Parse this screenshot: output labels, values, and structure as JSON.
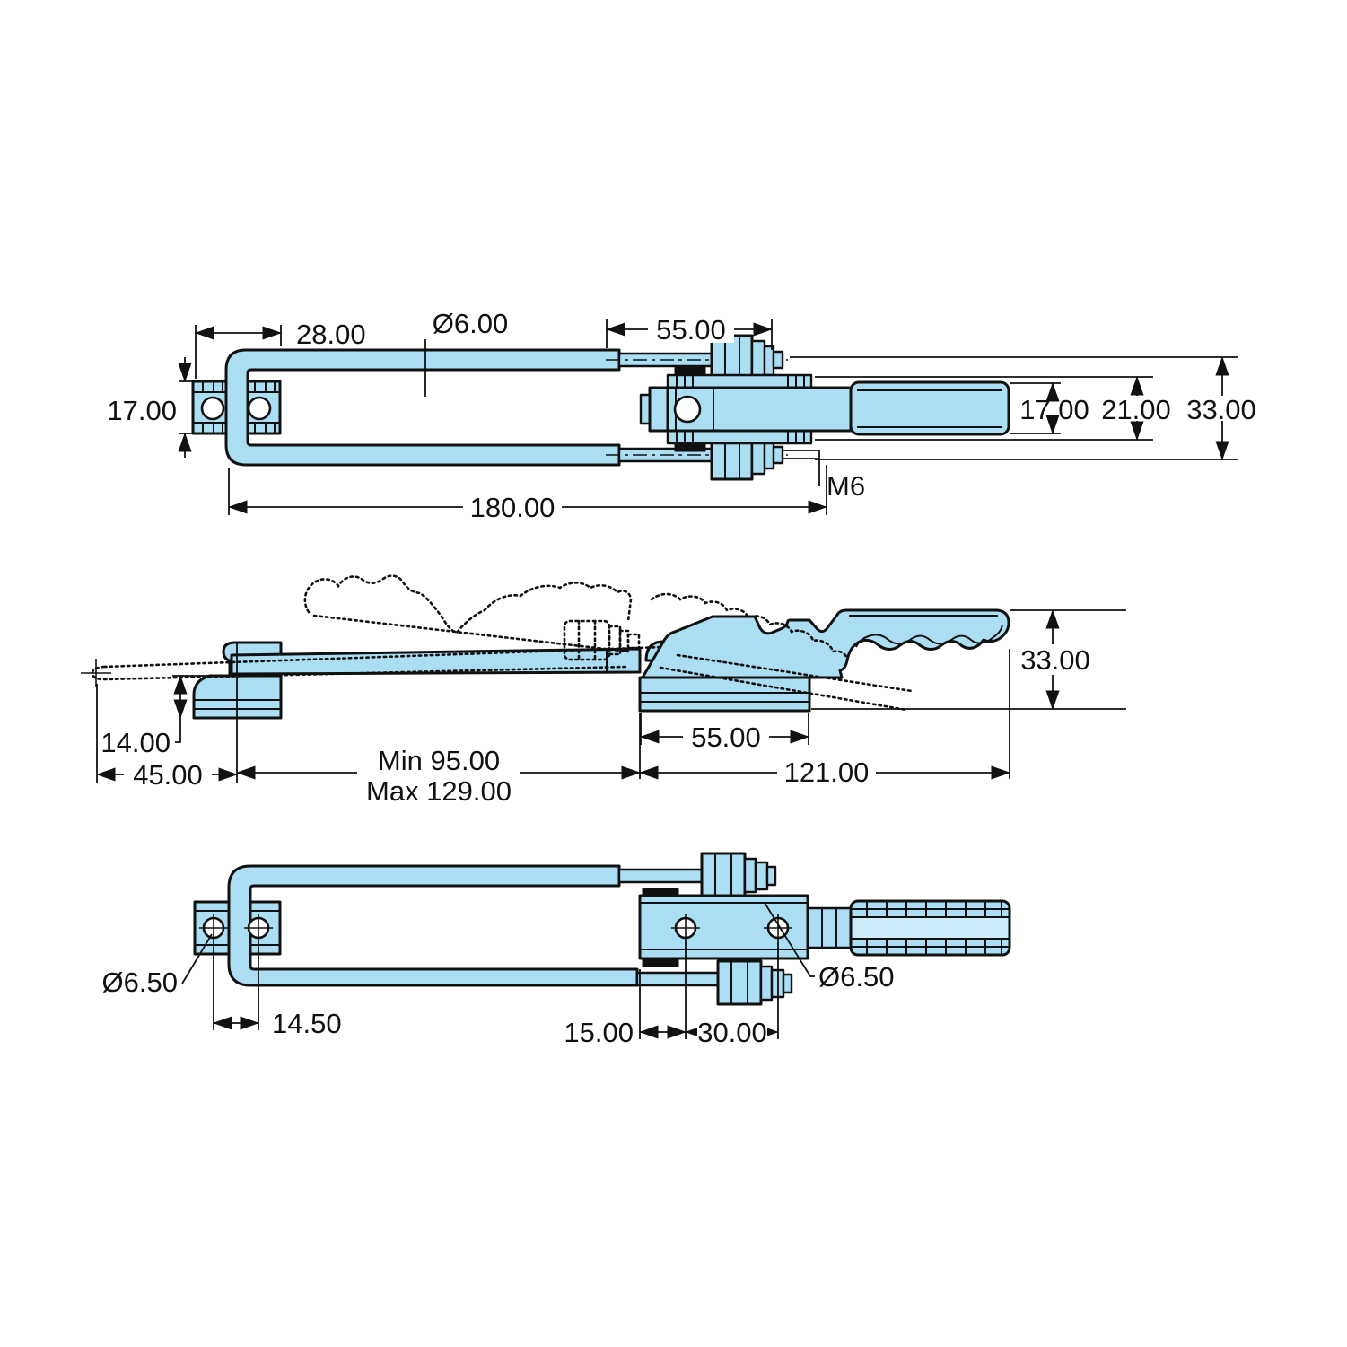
{
  "drawing": {
    "background": "#ffffff",
    "part_fill": "#ABDEF3",
    "part_fill_light": "#CDEBF8",
    "line_color": "#111111",
    "views": {
      "top": {
        "dims": {
          "bracket_width": "28.00",
          "rod_diameter": "Ø6.00",
          "spindle_length": "55.00",
          "bracket_height": "17.00",
          "handle_height": "17.00",
          "plate_height": "21.00",
          "overall_height": "33.00",
          "thread": "M6",
          "overall_length": "180.00"
        }
      },
      "middle": {
        "dims": {
          "overall_height": "33.00",
          "keeper_height": "14.00",
          "keeper_offset": "45.00",
          "reach_min": "Min 95.00",
          "reach_max": "Max 129.00",
          "base_length": "55.00",
          "body_length": "121.00"
        }
      },
      "bottom": {
        "dims": {
          "hole_diameter_left": "Ø6.50",
          "hole_spacing_left": "14.50",
          "hole_offset_right": "15.00",
          "hole_spacing_right": "30.00",
          "hole_diameter_right": "Ø6.50"
        }
      }
    }
  }
}
